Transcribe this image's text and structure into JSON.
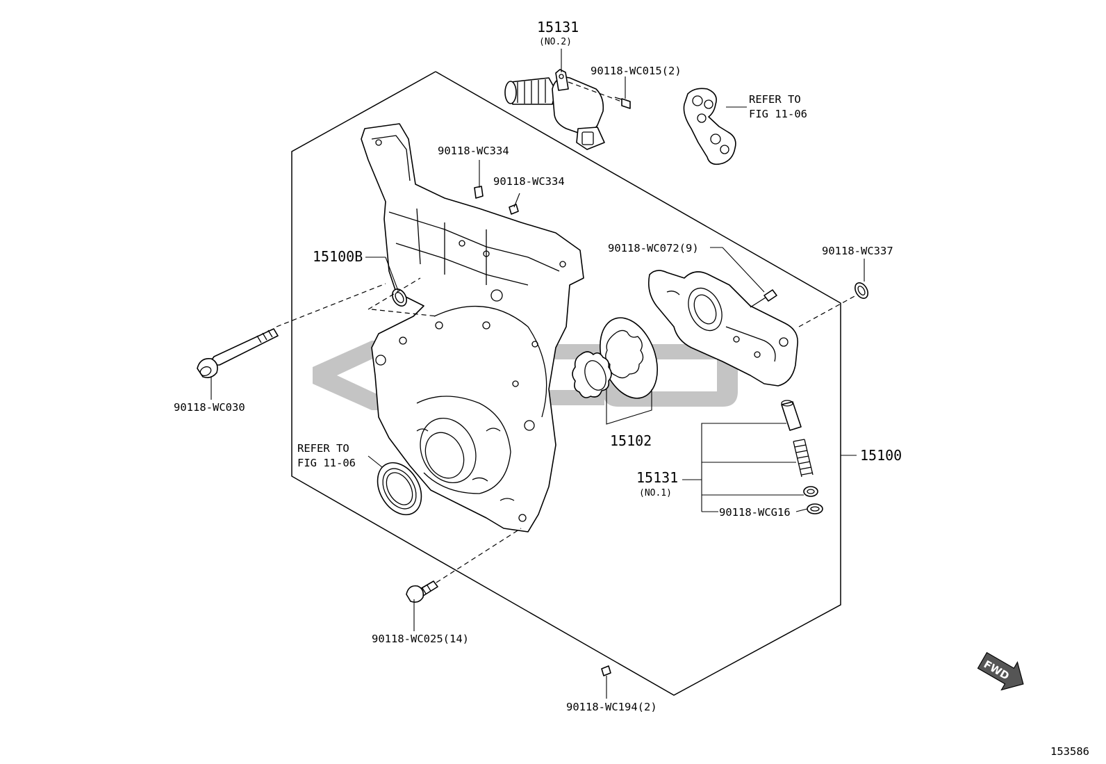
{
  "labels": {
    "solenoid_no": "15131",
    "solenoid_sub": "(NO.2)",
    "bolt_wc015": "90118-WC015(2)",
    "refer_top_1": "REFER TO",
    "refer_top_2": "FIG 11-06",
    "stud_wc334_a": "90118-WC334",
    "stud_wc334_b": "90118-WC334",
    "oring_15100b": "15100B",
    "bolt_wc072": "90118-WC072(9)",
    "oring_wc337": "90118-WC337",
    "bolt_wc030": "90118-WC030",
    "rotor_15102": "15102",
    "assy_15100": "15100",
    "refer_left_1": "REFER TO",
    "refer_left_2": "FIG 11-06",
    "valve_no": "15131",
    "valve_sub": "(NO.1)",
    "washer_wcg16": "90118-WCG16",
    "bolt_wc025": "90118-WC025(14)",
    "pin_wc194": "90118-WC194(2)",
    "fwd": "FWD",
    "figure_no": "153586"
  },
  "colors": {
    "line": "#000000",
    "watermark": "#c4c4c4",
    "background": "#ffffff"
  },
  "icons": [
    "fwd-arrow-icon"
  ]
}
